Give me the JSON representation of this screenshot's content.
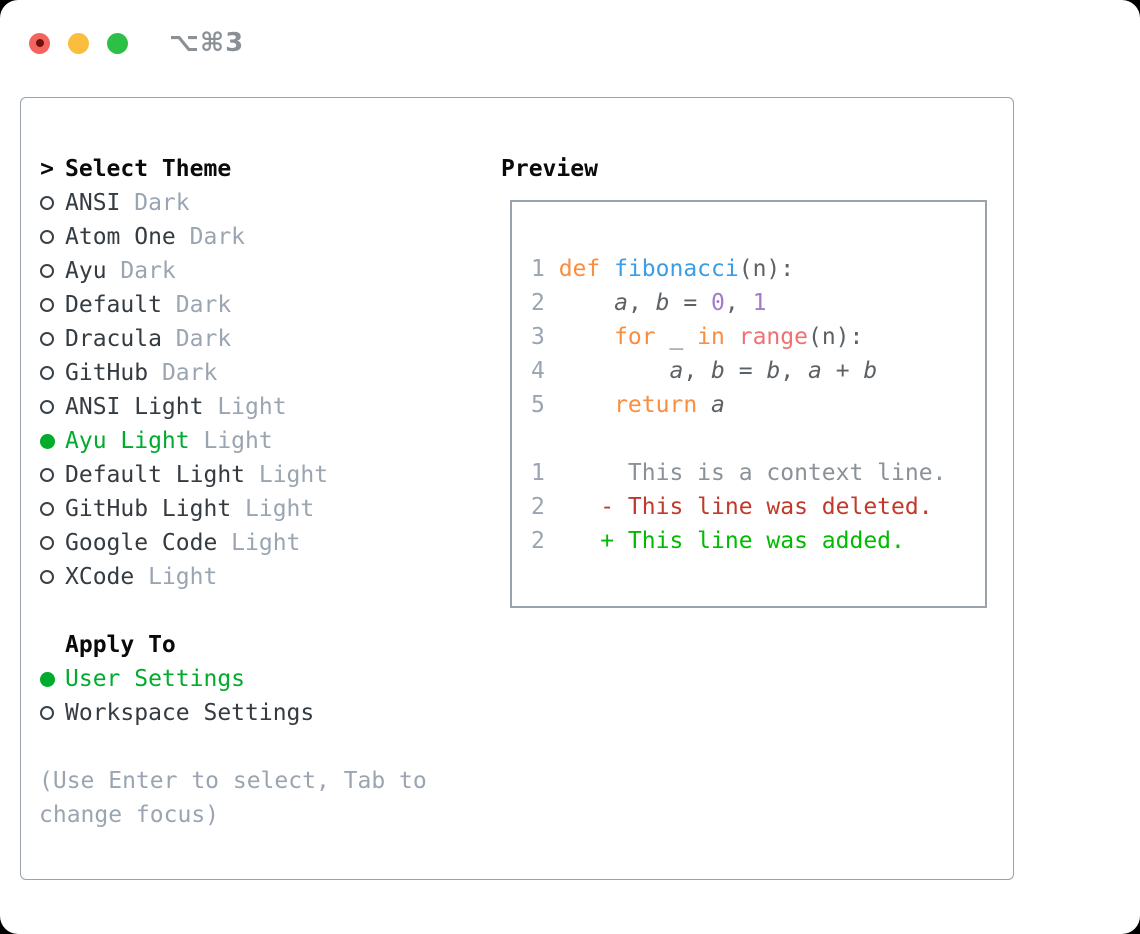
{
  "window": {
    "title": "⌥⌘3"
  },
  "theme_picker": {
    "prompt": ">",
    "title": "Select Theme",
    "themes": [
      {
        "name": "ANSI",
        "variant": "Dark",
        "selected": false
      },
      {
        "name": "Atom One",
        "variant": "Dark",
        "selected": false
      },
      {
        "name": "Ayu",
        "variant": "Dark",
        "selected": false
      },
      {
        "name": "Default",
        "variant": "Dark",
        "selected": false
      },
      {
        "name": "Dracula",
        "variant": "Dark",
        "selected": false
      },
      {
        "name": "GitHub",
        "variant": "Dark",
        "selected": false
      },
      {
        "name": "ANSI Light",
        "variant": "Light",
        "selected": false
      },
      {
        "name": "Ayu Light",
        "variant": "Light",
        "selected": true
      },
      {
        "name": "Default Light",
        "variant": "Light",
        "selected": false
      },
      {
        "name": "GitHub Light",
        "variant": "Light",
        "selected": false
      },
      {
        "name": "Google Code",
        "variant": "Light",
        "selected": false
      },
      {
        "name": "XCode",
        "variant": "Light",
        "selected": false
      }
    ],
    "apply_to": {
      "title": "Apply To",
      "options": [
        {
          "label": "User Settings",
          "selected": true
        },
        {
          "label": "Workspace Settings",
          "selected": false
        }
      ]
    },
    "hint": "(Use Enter to select, Tab to change focus)"
  },
  "preview": {
    "title": "Preview",
    "lines": [
      {
        "num": "1",
        "tokens": [
          {
            "text": "def",
            "style": "keyword"
          },
          {
            "text": " "
          },
          {
            "text": "fibonacci",
            "style": "function"
          },
          {
            "text": "(n):"
          }
        ]
      },
      {
        "num": "2",
        "tokens": [
          {
            "text": "    "
          },
          {
            "text": "a",
            "style": "variable"
          },
          {
            "text": ", "
          },
          {
            "text": "b",
            "style": "variable"
          },
          {
            "text": " = "
          },
          {
            "text": "0",
            "style": "number"
          },
          {
            "text": ", "
          },
          {
            "text": "1",
            "style": "number"
          }
        ]
      },
      {
        "num": "3",
        "tokens": [
          {
            "text": "    "
          },
          {
            "text": "for",
            "style": "keyword"
          },
          {
            "text": " _ "
          },
          {
            "text": "in",
            "style": "keyword"
          },
          {
            "text": " "
          },
          {
            "text": "range",
            "style": "builtin"
          },
          {
            "text": "(n):"
          }
        ]
      },
      {
        "num": "4",
        "tokens": [
          {
            "text": "        "
          },
          {
            "text": "a",
            "style": "variable"
          },
          {
            "text": ", "
          },
          {
            "text": "b",
            "style": "variable"
          },
          {
            "text": " = "
          },
          {
            "text": "b",
            "style": "variable"
          },
          {
            "text": ", "
          },
          {
            "text": "a",
            "style": "variable"
          },
          {
            "text": " + "
          },
          {
            "text": "b",
            "style": "variable"
          }
        ]
      },
      {
        "num": "5",
        "tokens": [
          {
            "text": "    "
          },
          {
            "text": "return",
            "style": "keyword"
          },
          {
            "text": " "
          },
          {
            "text": "a",
            "style": "variable"
          }
        ]
      },
      {
        "num": "",
        "tokens": []
      },
      {
        "num": "1",
        "tokens": [
          {
            "text": "     This is a context line.",
            "style": "context"
          }
        ]
      },
      {
        "num": "2",
        "tokens": [
          {
            "text": "   - This line was deleted.",
            "style": "deleted"
          }
        ]
      },
      {
        "num": "2",
        "tokens": [
          {
            "text": "   + This line was added.",
            "style": "added"
          }
        ]
      }
    ]
  },
  "colors": {
    "accent_green": "#00ab2e",
    "keyword": "#fa8d3e",
    "function": "#399ee6",
    "number": "#a37acc",
    "builtin": "#f07171",
    "code_text": "#5c6166",
    "muted": "#9aa5b1",
    "muted_code": "#8a9199",
    "deleted": "#c0392b",
    "added": "#00bb00",
    "border": "#99a2ad",
    "traffic_red": "#f4645f",
    "traffic_red_dot": "#70100b",
    "traffic_yellow": "#fabe3c",
    "traffic_green": "#2dc046"
  }
}
